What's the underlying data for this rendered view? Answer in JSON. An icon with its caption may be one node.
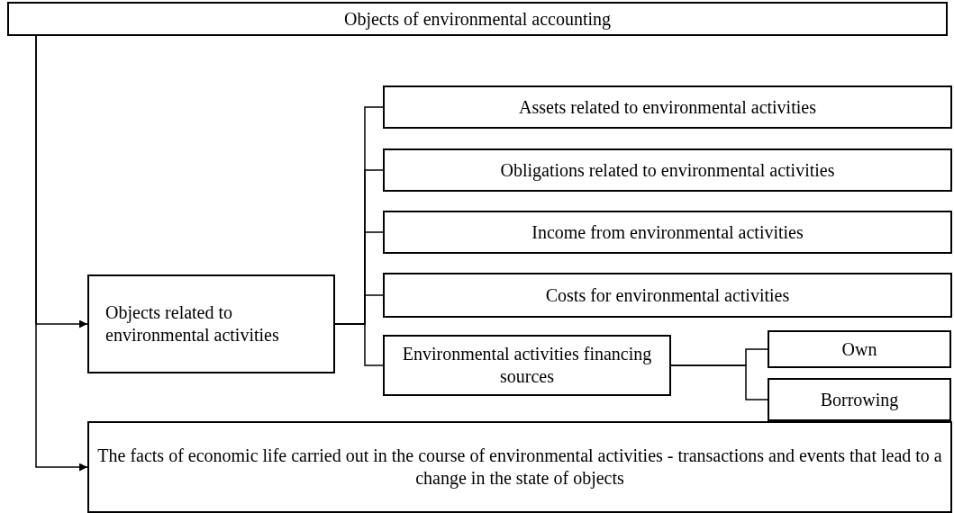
{
  "diagram": {
    "nodes": [
      {
        "text": [
          "Objects of environmental accounting"
        ]
      },
      {
        "text": [
          "Objects related to environmental activities"
        ]
      },
      {
        "text": [
          "Assets related to environmental activities"
        ]
      },
      {
        "text": [
          "Obligations related to environmental activities"
        ]
      },
      {
        "text": [
          "Income from environmental activities"
        ]
      },
      {
        "text": [
          "Costs for environmental activities"
        ]
      },
      {
        "text": [
          "Environmental activities financing sources"
        ]
      },
      {
        "text": [
          "Own"
        ]
      },
      {
        "text": [
          "Borrowing"
        ]
      },
      {
        "text": [
          "The facts of economic life carried out in the course of environmental activities - transactions and events that lead to a change in the state of objects"
        ]
      }
    ],
    "edges": [
      {
        "from": 0,
        "to": 1,
        "arrow": "to"
      },
      {
        "from": 0,
        "to": 9,
        "arrow": "to"
      },
      {
        "from": 1,
        "to": 2,
        "arrow": "none"
      },
      {
        "from": 1,
        "to": 3,
        "arrow": "none"
      },
      {
        "from": 1,
        "to": 4,
        "arrow": "none"
      },
      {
        "from": 1,
        "to": 5,
        "arrow": "none"
      },
      {
        "from": 1,
        "to": 6,
        "arrow": "none"
      },
      {
        "from": 6,
        "to": 7,
        "arrow": "none"
      },
      {
        "from": 6,
        "to": 8,
        "arrow": "none"
      }
    ]
  }
}
